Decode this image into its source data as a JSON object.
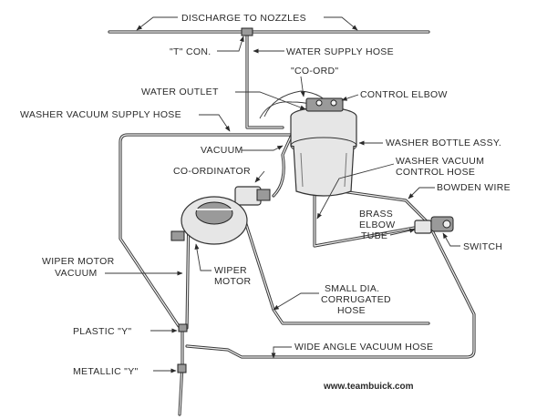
{
  "labels": {
    "discharge": "DISCHARGE TO NOZZLES",
    "t_con": "\"T\" CON.",
    "water_supply_hose": "WATER SUPPLY HOSE",
    "co_ord": "\"CO-ORD\"",
    "water_outlet": "WATER OUTLET",
    "control_elbow": "CONTROL ELBOW",
    "washer_vacuum_supply_hose": "WASHER VACUUM SUPPLY HOSE",
    "vacuum": "VACUUM",
    "washer_bottle_assy": "WASHER BOTTLE ASSY.",
    "washer_vacuum_control_hose_1": "WASHER VACUUM",
    "washer_vacuum_control_hose_2": "CONTROL HOSE",
    "co_ordinator": "CO-ORDINATOR",
    "bowden_wire": "BOWDEN WIRE",
    "brass_elbow_tube_1": "BRASS",
    "brass_elbow_tube_2": "ELBOW",
    "brass_elbow_tube_3": "TUBE",
    "switch": "SWITCH",
    "wiper_motor_vacuum_1": "WIPER MOTOR",
    "wiper_motor_vacuum_2": "VACUUM",
    "wiper_motor_1": "WIPER",
    "wiper_motor_2": "MOTOR",
    "small_dia_1": "SMALL DIA.",
    "small_dia_2": "CORRUGATED",
    "small_dia_3": "HOSE",
    "plastic_y": "PLASTIC \"Y\"",
    "wide_angle_vacuum_hose": "WIDE ANGLE VACUUM HOSE",
    "metallic_y": "METALLIC \"Y\""
  },
  "watermark": "www.teambuick.com"
}
